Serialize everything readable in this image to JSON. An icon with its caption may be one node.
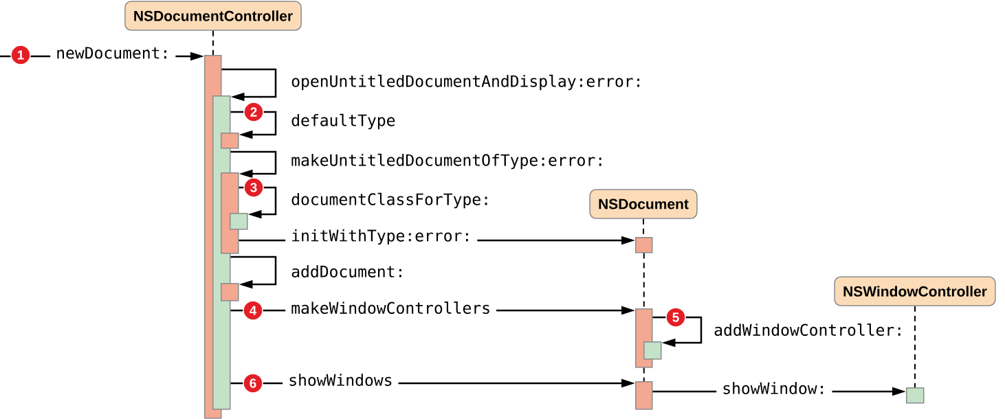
{
  "diagram": {
    "nodes": [
      {
        "text": [
          "NSDocumentController"
        ]
      },
      {
        "text": [],
        "shape": "bar"
      },
      {
        "text": [],
        "shape": "bar"
      },
      {
        "text": [],
        "shape": "bar"
      },
      {
        "text": [],
        "shape": "bar"
      },
      {
        "text": [],
        "shape": "bar"
      },
      {
        "text": [],
        "shape": "bar"
      },
      {
        "text": [
          "NSDocument"
        ]
      },
      {
        "text": [],
        "shape": "bar"
      },
      {
        "text": [],
        "shape": "bar"
      },
      {
        "text": [],
        "shape": "bar"
      },
      {
        "text": [],
        "shape": "bar"
      },
      {
        "text": [
          "NSWindowController"
        ]
      },
      {
        "text": [],
        "shape": "bar"
      }
    ],
    "edges": [
      {
        "from": null,
        "to": 1,
        "arrow": "to",
        "label": "newDocument:"
      },
      {
        "from": 1,
        "to": 2,
        "arrow": "to",
        "label": "openUntitledDocumentAndDisplay:error:"
      },
      {
        "from": 2,
        "to": 3,
        "arrow": "to",
        "label": "defaultType"
      },
      {
        "from": 2,
        "to": 4,
        "arrow": "to",
        "label": "makeUntitledDocumentOfType:error:"
      },
      {
        "from": 4,
        "to": 5,
        "arrow": "to",
        "label": "documentClassForType:"
      },
      {
        "from": 4,
        "to": 8,
        "arrow": "to",
        "label": "initWithType:error:"
      },
      {
        "from": 2,
        "to": 6,
        "arrow": "to",
        "label": "addDocument:"
      },
      {
        "from": 2,
        "to": 9,
        "arrow": "to",
        "label": "makeWindowControllers"
      },
      {
        "from": 9,
        "to": 10,
        "arrow": "to",
        "label": "addWindowController:"
      },
      {
        "from": 2,
        "to": 11,
        "arrow": "to",
        "label": "showWindows"
      },
      {
        "from": 11,
        "to": 13,
        "arrow": "to",
        "label": "showWindow:"
      },
      {
        "from": 0,
        "to": 1,
        "arrow": "none",
        "style": "dashed"
      },
      {
        "from": 7,
        "to": 8,
        "arrow": "none",
        "style": "dashed"
      },
      {
        "from": 8,
        "to": 9,
        "arrow": "none",
        "style": "dashed"
      },
      {
        "from": 9,
        "to": 11,
        "arrow": "none",
        "style": "dashed"
      },
      {
        "from": 12,
        "to": 13,
        "arrow": "none",
        "style": "dashed"
      }
    ],
    "labels": [
      "1",
      "2",
      "3",
      "4",
      "5",
      "6"
    ]
  }
}
